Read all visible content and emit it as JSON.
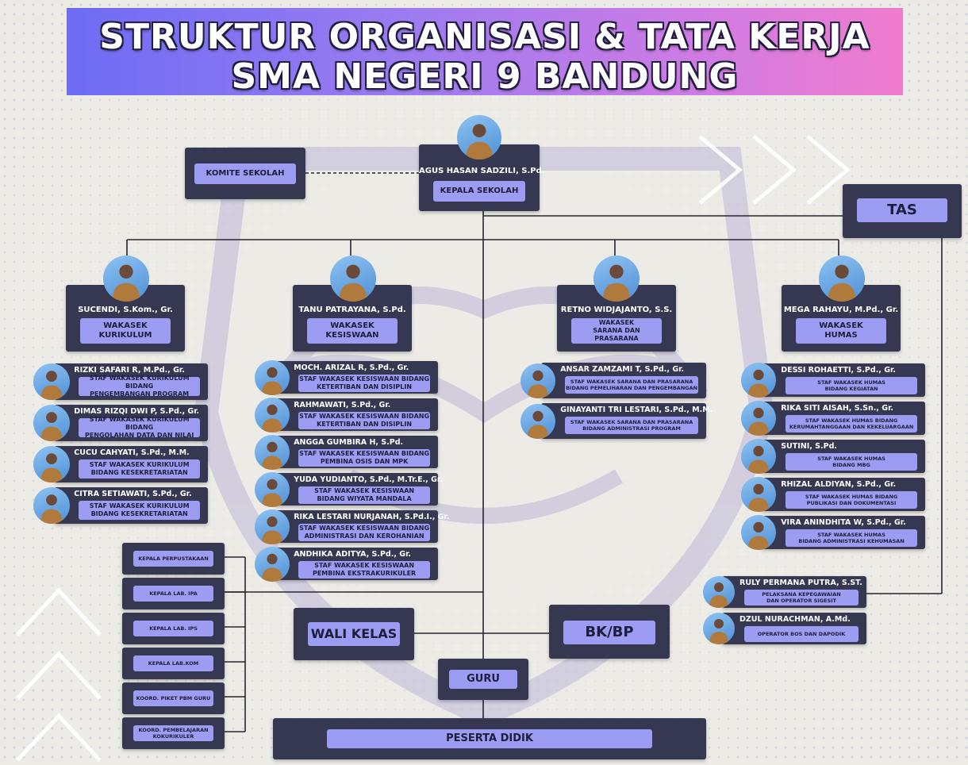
{
  "title": {
    "line1": "STRUKTUR ORGANISASI & TATA KERJA",
    "line2": "SMA NEGERI 9 BANDUNG"
  },
  "komite": "KOMITE SEKOLAH",
  "kepala": {
    "name": "AGUS HASAN SADZILI, S.Pd.",
    "role": "KEPALA SEKOLAH"
  },
  "tas": "TAS",
  "wakasek": [
    {
      "name": "SUCENDI, S.Kom., Gr.",
      "role": "WAKASEK\nKURIKULUM"
    },
    {
      "name": "TANU PATRAYANA, S.Pd.",
      "role": "WAKASEK\nKESISWAAN"
    },
    {
      "name": "RETNO WIDJAJANTO, S.S.",
      "role": "WAKASEK\nSARANA DAN PRASARANA"
    },
    {
      "name": "MEGA RAHAYU, M.Pd., Gr.",
      "role": "WAKASEK\nHUMAS"
    }
  ],
  "staf_kurikulum": [
    {
      "name": "RIZKI SAFARI R, M.Pd., Gr.",
      "role": "STAF WAKASEK KURIKULUM BIDANG\nPENGEMBANGAN PROGRAM"
    },
    {
      "name": "DIMAS RIZQI DWI P, S.Pd., Gr.",
      "role": "STAF WAKASEK KURIKULUM BIDANG\nPENGOLAHAN DATA DAN NILAI"
    },
    {
      "name": "CUCU CAHYATI, S.Pd., M.M.",
      "role": "STAF  WAKASEK  KURIKULUM\nBIDANG KESEKRETARIATAN"
    },
    {
      "name": "CITRA SETIAWATI, S.Pd., Gr.",
      "role": "STAF WAKASEK KURIKULUM\nBIDANG KESEKRETARIATAN"
    }
  ],
  "staf_kesiswaan": [
    {
      "name": "MOCH. ARIZAL R, S.Pd., Gr.",
      "role": "STAF WAKASEK KESISWAAN BIDANG\nKETERTIBAN DAN DISIPLIN"
    },
    {
      "name": "RAHMAWATI, S.Pd., Gr.",
      "role": "STAF WAKASEK KESISWAAN BIDANG\nKETERTIBAN DAN DISIPLIN"
    },
    {
      "name": "ANGGA GUMBIRA H, S.Pd.",
      "role": "STAF WAKASEK KESISWAAN BIDANG\nPEMBINA OSIS DAN MPK"
    },
    {
      "name": "YUDA YUDIANTO, S.Pd., M.Tr.E., Gr.",
      "role": "STAF WAKASEK KESISWAAN\nBIDANG WIYATA MANDALA"
    },
    {
      "name": "RIKA LESTARI NURJANAH, S.Pd.I., Gr.",
      "role": "STAF WAKASEK KESISWAAN BIDANG\nADMINISTRASI DAN KEROHANIAN"
    },
    {
      "name": "ANDHIKA ADITYA, S.Pd., Gr.",
      "role": "STAF WAKASEK KESISWAAN\nPEMBINA EKSTRAKURIKULER"
    }
  ],
  "staf_sarpras": [
    {
      "name": "ANSAR ZAMZAMI T, S.Pd., Gr.",
      "role": "STAF WAKASEK SARANA DAN PRASARANA\nBIDANG PEMELIHARAN DAN PENGEMBANGAN"
    },
    {
      "name": "GINAYANTI TRI LESTARI, S.Pd., M.M.",
      "role": "STAF WAKASEK SARANA DAN PRASARANA\nBIDANG ADMINISTRASI PROGRAM"
    }
  ],
  "staf_humas": [
    {
      "name": "DESSI ROHAETTI, S.Pd., Gr.",
      "role": "STAF WAKASEK HUMAS\nBIDANG KEGIATAN"
    },
    {
      "name": "RIKA SITI AISAH, S.Sn., Gr.",
      "role": "STAF WAKASEK HUMAS BIDANG\nKERUMAHTANGGAAN DAN KEKELUARGAAN"
    },
    {
      "name": "SUTINI, S.Pd.",
      "role": "STAF WAKASEK HUMAS\nBIDANG MBG"
    },
    {
      "name": "RHIZAL ALDIYAN, S.Pd., Gr.",
      "role": "STAF WAKASEK HUMAS BIDANG\nPUBLIKASI DAN DOKUMENTASI"
    },
    {
      "name": "VIRA ANINDHITA W, S.Pd., Gr.",
      "role": "STAF WAKASEK HUMAS\nBIDANG ADMINISTRASI KEHUMASAN"
    }
  ],
  "staf_tas": [
    {
      "name": "RULY PERMANA PUTRA, S.ST.",
      "role": "PELAKSANA KEPEGAWAIAN\nDAN OPERATOR SIGESIT"
    },
    {
      "name": "DZUL NURACHMAN, A.Md.",
      "role": "OPERATOR BOS DAN DAPODIK"
    }
  ],
  "kepala_unit": [
    "KEPALA PERPUSTAKAAN",
    "KEPALA LAB. IPA",
    "KEPALA LAB. IPS",
    "KEPALA LAB.KOM",
    "KOORD. PIKET PBM GURU",
    "KOORD. PEMBELAJARAN\nKOKURIKULER"
  ],
  "wali_kelas": "WALI KELAS",
  "bkbp": "BK/BP",
  "guru": "GURU",
  "peserta": "PESERTA DIDIK",
  "colors": {
    "box": "#363851",
    "pill": "#9c9cf2",
    "avatar": "#5b9ae0",
    "line": "#262631"
  }
}
